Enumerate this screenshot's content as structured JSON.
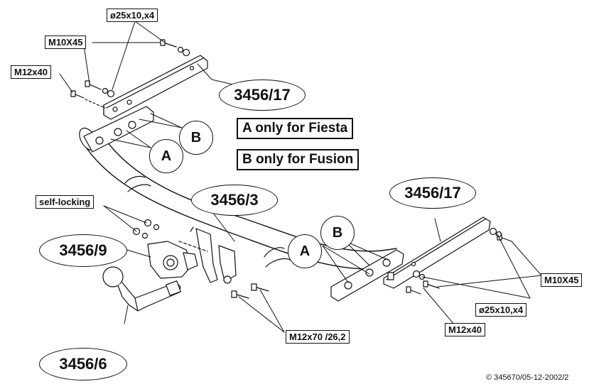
{
  "part_labels": {
    "washer_top": "ø25x10,x4",
    "bolt_m10_top": "M10X45",
    "bolt_m12_top": "M12x40",
    "self_locking": "self-locking",
    "bolt_m10_right": "M10X45",
    "washer_right": "ø25x10,x4",
    "bolt_m12_right": "M12x40",
    "bolt_m12x70": "M12x70 /26,2"
  },
  "part_numbers": {
    "bracket_left": "3456/17",
    "bracket_right": "3456/17",
    "crossbar": "3456/3",
    "socket_plate": "3456/9",
    "towball": "3456/6"
  },
  "variants": {
    "a_marker": "A",
    "b_marker": "B",
    "a_marker_right": "A",
    "b_marker_right": "B",
    "a_note": "A only for Fiesta",
    "b_note": "B only for Fusion"
  },
  "copyright": "© 345670/05-12-2002/2"
}
